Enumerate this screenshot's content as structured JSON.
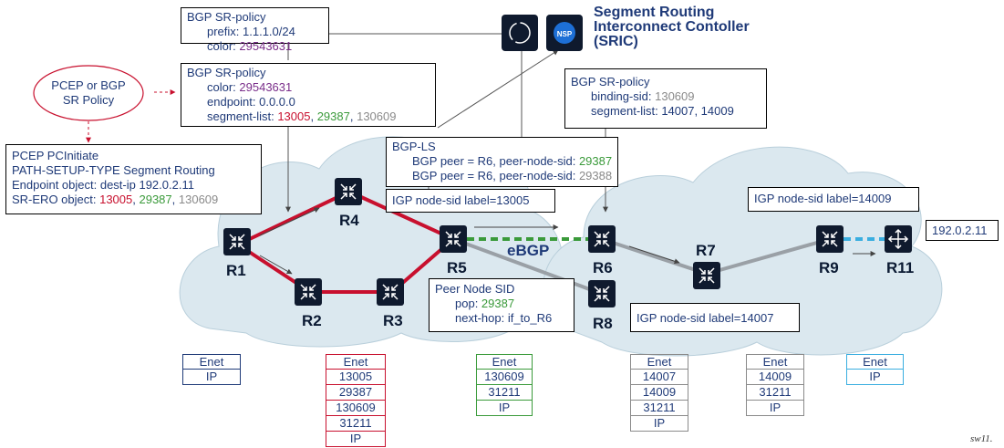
{
  "sric": {
    "title_line1": "Segment Routing",
    "title_line2": "Interconnect Contoller",
    "title_line3": "(SRIC)",
    "logo_text": "NSP"
  },
  "policy_origin": {
    "line1": "PCEP or BGP",
    "line2": "SR Policy"
  },
  "bgp_policy_top": {
    "title": "BGP SR-policy",
    "prefix_label": "prefix: ",
    "prefix_value": "1.1.1.0/24",
    "color_label": "color: ",
    "color_value": "29543631"
  },
  "bgp_policy_mid": {
    "title": "BGP SR-policy",
    "color_label": "color: ",
    "color_value": "29543631",
    "endpoint_label": "endpoint: ",
    "endpoint_value": "0.0.0.0",
    "seglist_label": "segment-list: ",
    "seg1": "13005",
    "seg2": "29387",
    "seg3": "130609",
    "sep": ", "
  },
  "bgp_policy_right": {
    "title": "BGP SR-policy",
    "binding_label": "binding-sid: ",
    "binding_value": "130609",
    "seglist_label": "segment-list: ",
    "seglist_value": "14007, 14009"
  },
  "pcep": {
    "line1": "PCEP PCInitiate",
    "line2": "PATH-SETUP-TYPE Segment Routing",
    "line3": "Endpoint object: dest-ip 192.0.2.11",
    "line4_label": "SR-ERO object: ",
    "seg1": "13005",
    "seg2": "29387",
    "seg3": "130609",
    "sep": ", "
  },
  "bgp_ls": {
    "title": "BGP-LS",
    "line1_label": "BGP peer = R6, peer-node-sid: ",
    "line1_value": "29387",
    "line2_label": "BGP peer = R6, peer-node-sid: ",
    "line2_value": "29388"
  },
  "igp_13005": "IGP node-sid label=13005",
  "igp_14009": "IGP node-sid label=14009",
  "igp_14007": "IGP node-sid label=14007",
  "peer_node_sid": {
    "title": "Peer Node SID",
    "pop_label": "pop: ",
    "pop_value": "29387",
    "nexthop_label": "next-hop: ",
    "nexthop_value": "if_to_R6"
  },
  "dest_ip": "192.0.2.11",
  "ebgp": "eBGP",
  "routers": [
    "R1",
    "R2",
    "R3",
    "R4",
    "R5",
    "R6",
    "R7",
    "R8",
    "R9",
    "R11"
  ],
  "stacks": [
    {
      "color": "#1f3a78",
      "labels": [
        "Enet",
        "IP"
      ]
    },
    {
      "color": "#c8102e",
      "labels": [
        "Enet",
        "13005",
        "29387",
        "130609",
        "31211",
        "IP"
      ]
    },
    {
      "color": "#3a9a3a",
      "labels": [
        "Enet",
        "130609",
        "31211",
        "IP"
      ]
    },
    {
      "color": "#8a8a8a",
      "labels": [
        "Enet",
        "14007",
        "14009",
        "31211",
        "IP"
      ]
    },
    {
      "color": "#8a8a8a",
      "labels": [
        "Enet",
        "14009",
        "31211",
        "IP"
      ]
    },
    {
      "color": "#3aaee0",
      "labels": [
        "Enet",
        "IP"
      ]
    }
  ],
  "watermark": "sw11.",
  "colors": {
    "red_path": "#c8102e",
    "green": "#3a9a3a",
    "grey_path": "#9aa0a6",
    "cyan": "#3aaee0",
    "navy": "#1f3a78",
    "cloud": "#dbe8ef"
  }
}
